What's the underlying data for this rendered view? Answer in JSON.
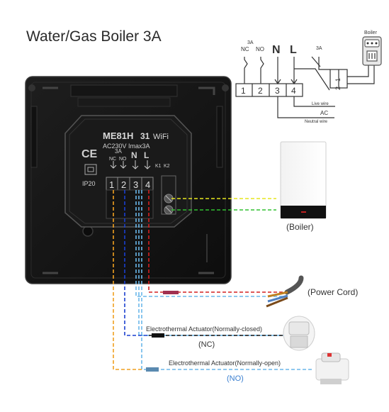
{
  "title": "Water/Gas Boiler 3A",
  "thermostat": {
    "model": "ME81H",
    "model_suffix": "31",
    "wifi": "WiFi",
    "rating": "AC230V  Imax3A",
    "relay_rating": "3A",
    "terminal_labels": [
      "NC",
      "NO",
      "N",
      "L"
    ],
    "terminal_numbers": [
      "1",
      "2",
      "3",
      "4"
    ],
    "k_labels": [
      "K1",
      "K2"
    ],
    "ce_mark": "CE",
    "ip_rating": "IP20"
  },
  "schematic": {
    "relay_rating": "3A",
    "terminal_labels": [
      "NC",
      "NO",
      "N",
      "L"
    ],
    "terminal_numbers": [
      "1",
      "2",
      "3",
      "4"
    ],
    "external_relay_rating": "3A",
    "external_relay_numbers": [
      "1",
      "2"
    ],
    "boiler_label": "Boiler",
    "live_wire": "Live wire",
    "ac_label": "AC",
    "neutral_wire": "Neutral wire"
  },
  "components": {
    "boiler": "(Boiler)",
    "power_cord": "(Power Cord)",
    "actuator_nc": "Electrothermal Actuator(Normally-closed)",
    "actuator_nc_tag": "(NC)",
    "actuator_no": "Electrothermal Actuator(Normally-open)",
    "actuator_no_tag": "(NO)"
  },
  "colors": {
    "wire_nc": "#1a3fcf",
    "wire_no": "#f0a020",
    "wire_neutral": "#6ab7ea",
    "wire_live": "#d42020",
    "wire_k1": "#e6e61e",
    "wire_k2": "#30c030",
    "no_label": "#3a7fd0"
  }
}
